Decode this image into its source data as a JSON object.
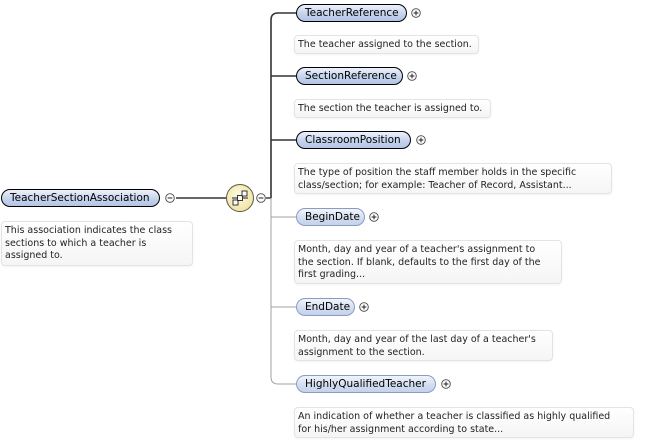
{
  "root": {
    "label": "TeacherSectionAssociation",
    "doc_lines": [
      "This association indicates the class",
      "sections to which a teacher is",
      "assigned to."
    ],
    "toggle_icon": "collapse-icon"
  },
  "sequence": {
    "icon": "sequence-compositor-icon",
    "toggle_icon": "collapse-icon"
  },
  "children": [
    {
      "label": "TeacherReference",
      "required": true,
      "toggle_icon": "expand-icon",
      "doc_lines": [
        "The teacher assigned to the section."
      ]
    },
    {
      "label": "SectionReference",
      "required": true,
      "toggle_icon": "expand-icon",
      "doc_lines": [
        "The section the teacher is assigned to."
      ]
    },
    {
      "label": "ClassroomPosition",
      "required": true,
      "toggle_icon": "expand-icon",
      "doc_lines": [
        "The type of position the staff member holds in the specific",
        "class/section; for example: Teacher of Record, Assistant..."
      ]
    },
    {
      "label": "BeginDate",
      "required": false,
      "toggle_icon": "expand-icon",
      "doc_lines": [
        "Month, day and year of a teacher's assignment to",
        "the section. If blank, defaults to the first day of the",
        "first grading..."
      ]
    },
    {
      "label": "EndDate",
      "required": false,
      "toggle_icon": "expand-icon",
      "doc_lines": [
        "Month, day and year of the last day of a teacher's",
        "assignment to the section."
      ]
    },
    {
      "label": "HighlyQualifiedTeacher",
      "required": false,
      "toggle_icon": "expand-icon",
      "doc_lines": [
        "An indication of whether a teacher is classified as highly qualified",
        "for his/her assignment according to state..."
      ]
    }
  ]
}
